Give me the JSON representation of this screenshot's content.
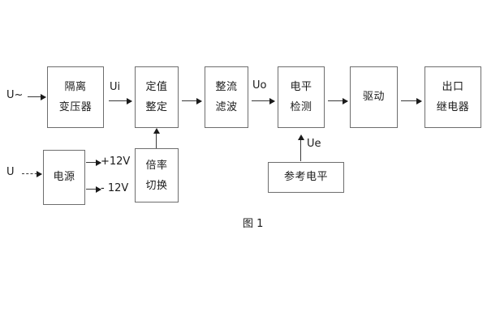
{
  "diagram": {
    "caption": "图 1",
    "inputs": [
      {
        "name": "ac-input",
        "label": "U~"
      },
      {
        "name": "dc-input",
        "label": "U"
      }
    ],
    "signal_labels": [
      {
        "name": "ui",
        "label": "Ui"
      },
      {
        "name": "uo",
        "label": "Uo"
      },
      {
        "name": "ue",
        "label": "Ue"
      }
    ],
    "supply_labels": [
      {
        "name": "positive-12v",
        "label": "+12V"
      },
      {
        "name": "negative-12v",
        "label": "- 12V"
      }
    ],
    "blocks": [
      {
        "name": "isolation-transformer",
        "lines": [
          "隔离",
          "变压器"
        ]
      },
      {
        "name": "setpoint-adjust",
        "lines": [
          "定值",
          "整定"
        ]
      },
      {
        "name": "rectifier-filter",
        "lines": [
          "整流",
          "滤波"
        ]
      },
      {
        "name": "level-detect",
        "lines": [
          "电平",
          "检测"
        ]
      },
      {
        "name": "driver",
        "lines": [
          "驱动"
        ]
      },
      {
        "name": "output-relay",
        "lines": [
          "出口",
          "继电器"
        ]
      },
      {
        "name": "power-supply",
        "lines": [
          "电源"
        ]
      },
      {
        "name": "multiplier-switch",
        "lines": [
          "倍率",
          "切换"
        ]
      },
      {
        "name": "reference-level",
        "lines": [
          "参考电平"
        ]
      }
    ],
    "colors": {
      "box_border": "#6e6e6e",
      "arrow": "#3a3a3a",
      "text": "#1b1b1b",
      "background": "#ffffff"
    }
  }
}
